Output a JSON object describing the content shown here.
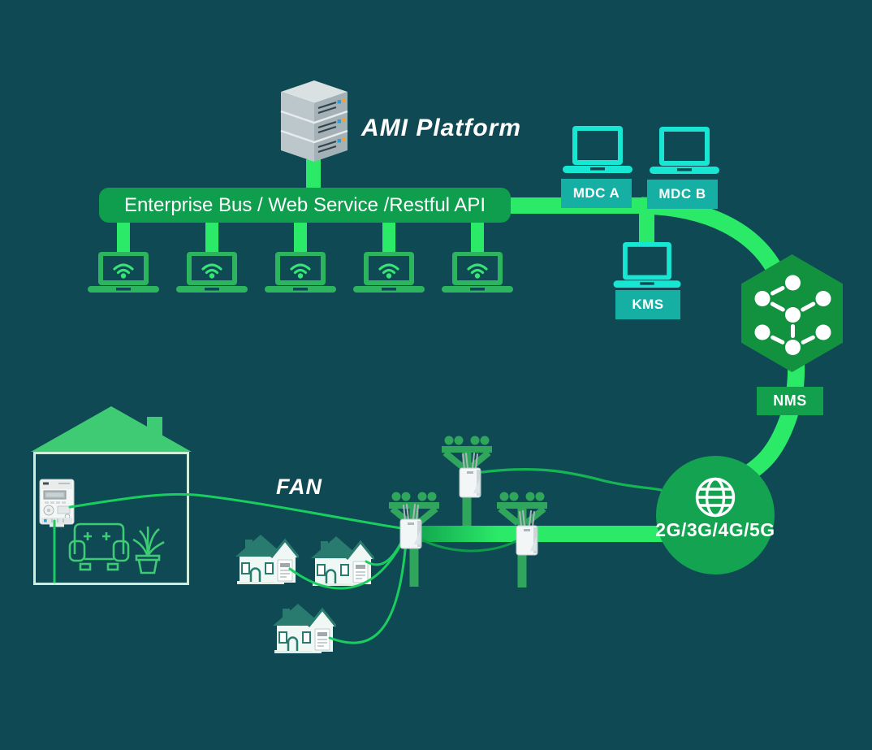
{
  "diagram": {
    "platform_title": "AMI Platform",
    "bus_label": "Enterprise Bus / Web Service /Restful API",
    "fan_label": "FAN",
    "labels": {
      "mdc_a": "MDC A",
      "mdc_b": "MDC B",
      "kms": "KMS",
      "nms": "NMS",
      "wan": "2G/3G/4G/5G"
    },
    "hmi_laptop_count": 5,
    "colors": {
      "background": "#0E4954",
      "bus_green": "#0F9E4E",
      "connector_green": "#2BEA68",
      "laptop_green": "#2DB45F",
      "wifi_green": "#35E673",
      "cyan_device": "#17E6D3",
      "teal_label": "#16AFA4",
      "hexagon_green": "#12913F",
      "nms_label_green": "#12A04C",
      "wan_circle_green": "#14A351",
      "roof_green": "#3ECB74",
      "pale_wall": "#CFEDDD",
      "small_house_roof": "#2A7B6F",
      "wire_green": "#19CE5F",
      "pole_green": "#2FA65C"
    }
  }
}
